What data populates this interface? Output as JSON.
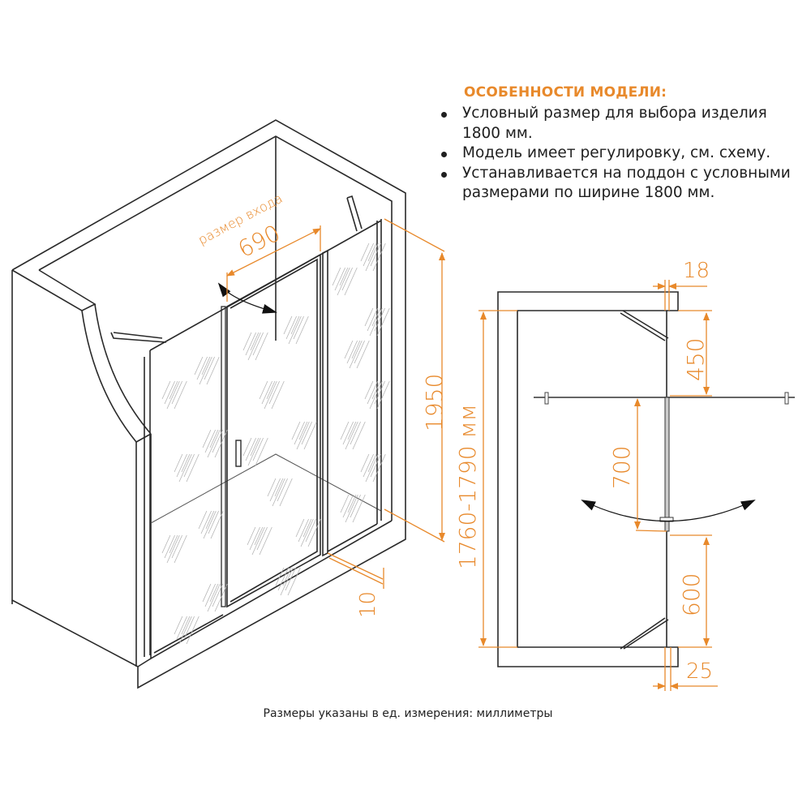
{
  "features": {
    "heading": "ОСОБЕННОСТИ МОДЕЛИ:",
    "bullets": [
      "Условный размер для выбора изделия 1800 мм.",
      "Модель имеет регулировку, см. схему.",
      "Устанавливается на поддон с условными размерами по ширине 1800 мм."
    ]
  },
  "iso_view": {
    "entry_label": "размер входа",
    "entry_width": "690",
    "height": "1950",
    "gap": "10"
  },
  "plan_view": {
    "width_range": "1760-1790 мм",
    "top_offset": "18",
    "bracket_top": "450",
    "door_width": "700",
    "bracket_bottom": "600",
    "bottom_offset": "25"
  },
  "caption": "Размеры указаны в ед. измерения: миллиметры",
  "colors": {
    "accent": "#e8892b",
    "line": "#2a2a2a"
  }
}
